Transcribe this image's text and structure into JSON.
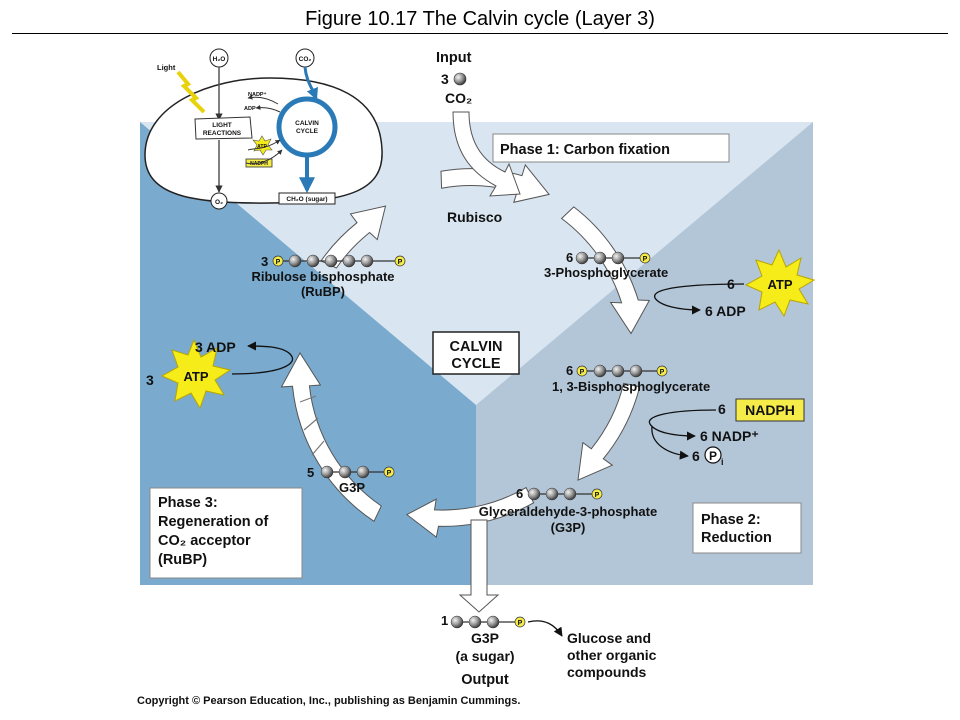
{
  "title": "Figure 10.17  The Calvin cycle (Layer 3)",
  "inset": {
    "light": "Light",
    "h2o": "H₂O",
    "co2": "CO₂",
    "nadp": "NADP⁺",
    "adp": "ADP",
    "light_reactions_1": "LIGHT",
    "light_reactions_2": "REACTIONS",
    "calvin_1": "CALVIN",
    "calvin_2": "CYCLE",
    "atp": "ATP",
    "nadph": "NADPH",
    "o2": "O₂",
    "sugar": "CH₂O (sugar)"
  },
  "input": {
    "label": "Input",
    "count": "3",
    "molecule": "CO₂"
  },
  "phases": {
    "phase1": "Phase 1: Carbon fixation",
    "phase2_line1": "Phase 2:",
    "phase2_line2": "Reduction",
    "phase3_line1": "Phase 3:",
    "phase3_line2": "Regeneration of",
    "phase3_line3": "CO₂ acceptor",
    "phase3_line4": "(RuBP)"
  },
  "center": {
    "line1": "CALVIN",
    "line2": "CYCLE"
  },
  "enzyme": "Rubisco",
  "molecules": {
    "rubp_count": "3",
    "rubp_name": "Ribulose bisphosphate",
    "rubp_abbr": "(RuBP)",
    "pga_count": "6",
    "pga_name": "3-Phosphoglycerate",
    "bpg_count": "6",
    "bpg_name": "1, 3-Bisphosphoglycerate",
    "g3p_cycle_count": "6",
    "g3p_cycle_name": "Glyceraldehyde-3-phosphate",
    "g3p_cycle_abbr": "(G3P)",
    "g3p_regen_count": "5",
    "g3p_regen_name": "G3P"
  },
  "energy": {
    "atp_in_count": "6",
    "atp_label": "ATP",
    "adp_out": "6 ADP",
    "nadph_count": "6",
    "nadph_label": "NADPH",
    "nadp_out": "6 NADP⁺",
    "pi_count": "6",
    "pi_symbol": "P",
    "pi_sub": "i",
    "atp3_count": "3",
    "adp3_out": "3 ADP"
  },
  "phosphate_symbol": "P",
  "output": {
    "count": "1",
    "name": "G3P",
    "note": "(a sugar)",
    "label": "Output",
    "product_line1": "Glucose and",
    "product_line2": "other organic",
    "product_line3": "compounds"
  },
  "copyright": "Copyright © Pearson Education, Inc., publishing as Benjamin Cummings.",
  "colors": {
    "phase1_bg": "#d9e6f1",
    "phase2_bg": "#b3c6d8",
    "phase3_bg": "#7aaacd",
    "atp_star": "#f5ec1a",
    "nadph_box": "#f5ec4a",
    "arrow_fill": "#ffffff",
    "inset_cycle": "#2a7ab8"
  }
}
